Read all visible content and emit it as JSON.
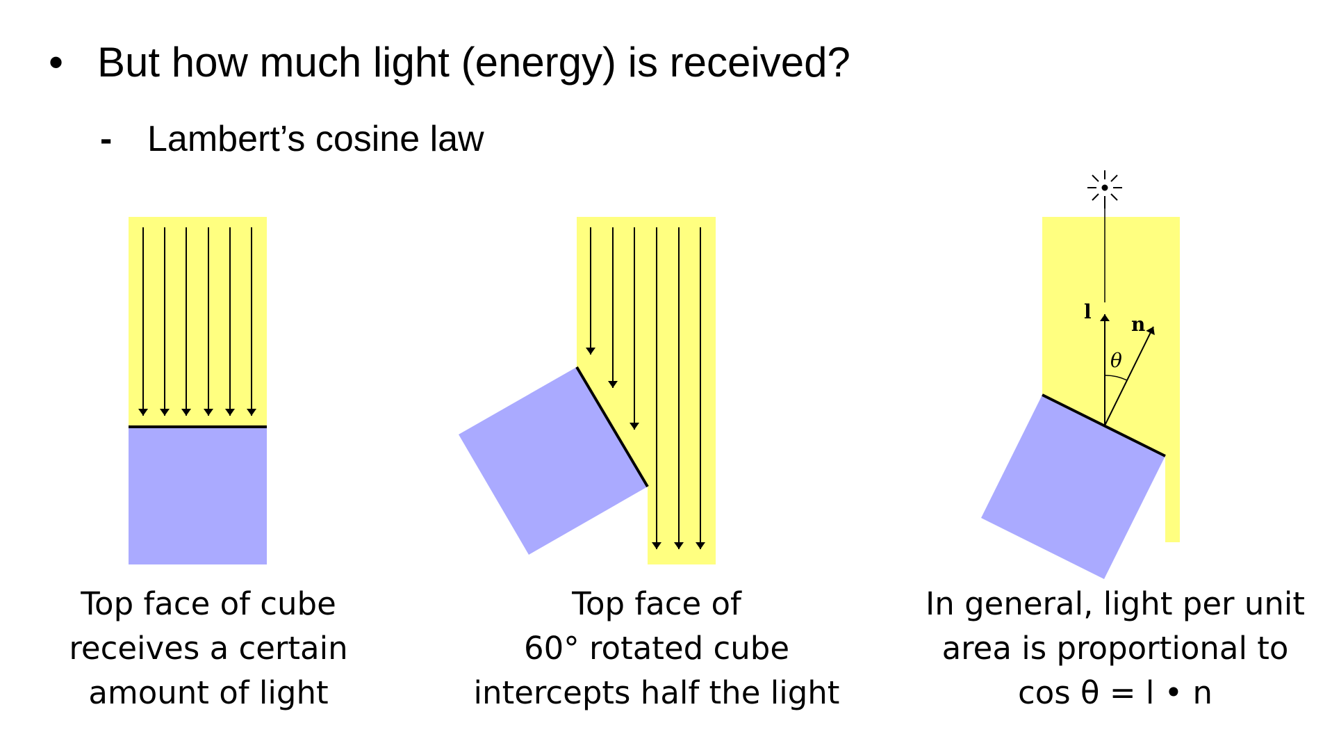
{
  "bullet": {
    "symbol": "•",
    "text": "But how much light (energy) is received?"
  },
  "sub_bullet": {
    "symbol": "-",
    "text": "Lambert’s cosine law"
  },
  "colors": {
    "light": "#ffff80",
    "cube": "#aaaaff",
    "ink": "#000000"
  },
  "diagram1": {
    "caption_lines": [
      "Top face of cube",
      "receives a certain",
      "amount of light"
    ]
  },
  "diagram2": {
    "caption_lines": [
      "Top face of",
      "60° rotated cube",
      "intercepts half the light"
    ]
  },
  "diagram3": {
    "label_l": "l",
    "label_n": "n",
    "label_theta": "θ",
    "icon": "light-source-icon",
    "caption_lines": [
      "In general, light per unit",
      "area is proportional to",
      "cos θ = l • n"
    ]
  }
}
